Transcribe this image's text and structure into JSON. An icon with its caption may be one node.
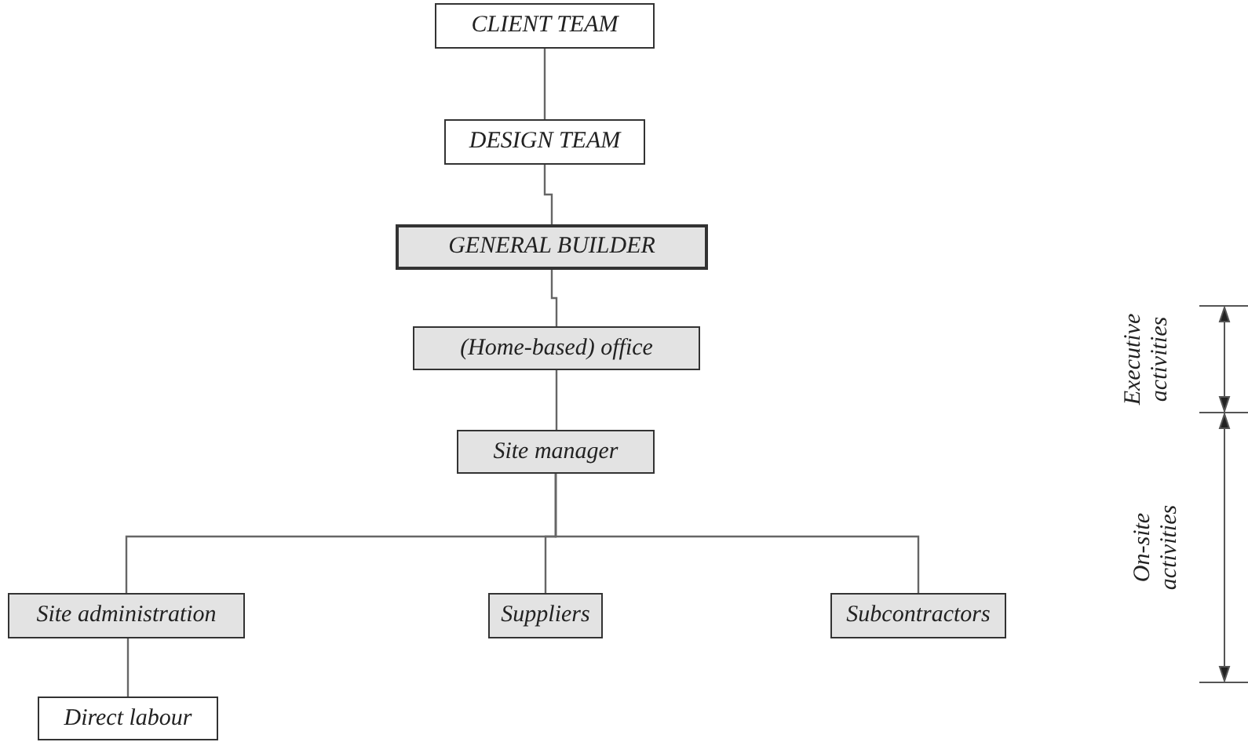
{
  "diagram": {
    "nodes": [
      {
        "text": [
          "CLIENT TEAM"
        ]
      },
      {
        "text": [
          "DESIGN TEAM"
        ]
      },
      {
        "text": [
          "GENERAL BUILDER"
        ]
      },
      {
        "text": [
          "(Home-based) office"
        ]
      },
      {
        "text": [
          "Site manager"
        ]
      },
      {
        "text": [
          "Site administration"
        ]
      },
      {
        "text": [
          "Suppliers"
        ]
      },
      {
        "text": [
          "Subcontractors"
        ]
      },
      {
        "text": [
          "Direct labour"
        ]
      }
    ],
    "edges": [
      {
        "from": 0,
        "to": 1,
        "arrow": "none"
      },
      {
        "from": 1,
        "to": 2,
        "arrow": "none"
      },
      {
        "from": 2,
        "to": 3,
        "arrow": "none"
      },
      {
        "from": 3,
        "to": 4,
        "arrow": "none"
      },
      {
        "from": 4,
        "to": 5,
        "arrow": "none"
      },
      {
        "from": 4,
        "to": 6,
        "arrow": "none"
      },
      {
        "from": 4,
        "to": 7,
        "arrow": "none"
      },
      {
        "from": 5,
        "to": 8,
        "arrow": "none"
      }
    ],
    "labels": [
      "Executive activities",
      "On-site activities"
    ]
  }
}
